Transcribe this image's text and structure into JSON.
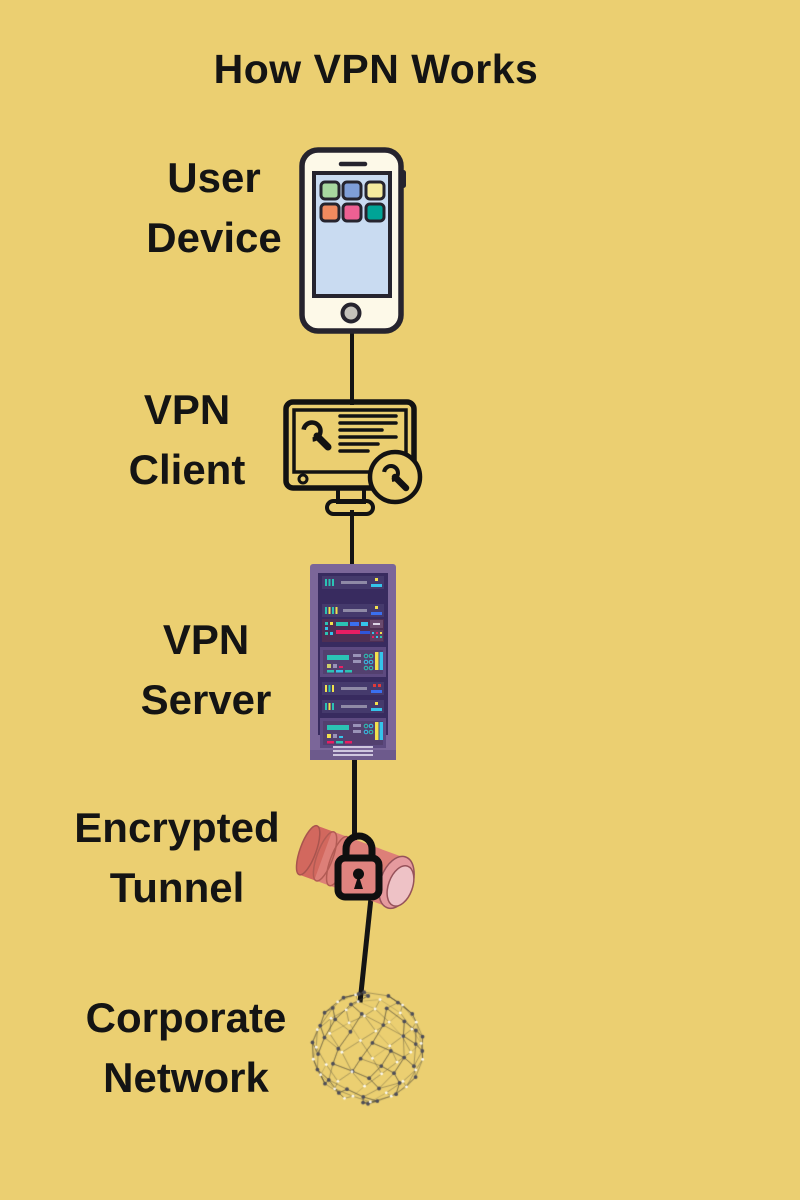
{
  "title": "How VPN Works",
  "nodes": [
    {
      "id": "user-device",
      "icon": "smartphone-icon",
      "line1": "User",
      "line2": "Device"
    },
    {
      "id": "vpn-client",
      "icon": "computer-monitor-wrench-icon",
      "line1": "VPN",
      "line2": "Client"
    },
    {
      "id": "vpn-server",
      "icon": "server-rack-icon",
      "line1": "VPN",
      "line2": "Server"
    },
    {
      "id": "encrypted-tunnel",
      "icon": "tunnel-padlock-icon",
      "line1": "Encrypted",
      "line2": "Tunnel"
    },
    {
      "id": "corporate-network",
      "icon": "wireframe-globe-icon",
      "line1": "Corporate",
      "line2": "Network"
    }
  ],
  "colors": {
    "background": "#ebcf71",
    "text": "#141414",
    "connector": "#141414",
    "line_art": "#121212",
    "phone_body": "#fdf9e8",
    "phone_screen": "#c9dbf1",
    "app_tiles": [
      "#a8d79f",
      "#7f9ed8",
      "#f6eb9e",
      "#f08a5f",
      "#ee6093",
      "#00a496"
    ],
    "server_frame": "#7b6699",
    "server_panel": "#382b5f",
    "server_accent_teal": "#2bc3b4",
    "server_accent_pink": "#e91e63",
    "server_accent_yellow": "#f2e14d",
    "server_accent_cyan": "#35c4ea",
    "tunnel_body": "#dd7f78",
    "tunnel_shade": "#d2685e",
    "tunnel_opening": "#eec2c6",
    "lock_body": "#e0837f"
  }
}
